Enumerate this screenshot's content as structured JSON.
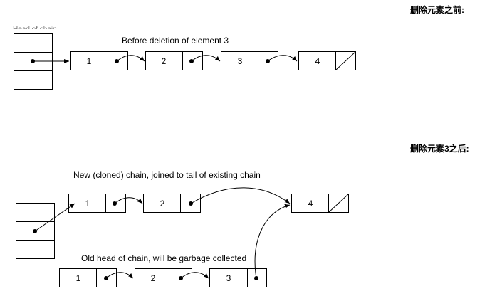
{
  "headings": {
    "before": "删除元素之前:",
    "after": "删除元素3之后:"
  },
  "top_fragment": "Head of chain",
  "diagram_before": {
    "caption": "Before deletion of element 3",
    "nodes": [
      "1",
      "2",
      "3",
      "4"
    ]
  },
  "diagram_after": {
    "new_chain_caption": "New (cloned) chain, joined to tail of existing chain",
    "new_chain_nodes": [
      "1",
      "2"
    ],
    "tail_node": "4",
    "old_chain_caption": "Old head of chain, will be garbage collected",
    "old_chain_nodes": [
      "1",
      "2",
      "3"
    ]
  }
}
